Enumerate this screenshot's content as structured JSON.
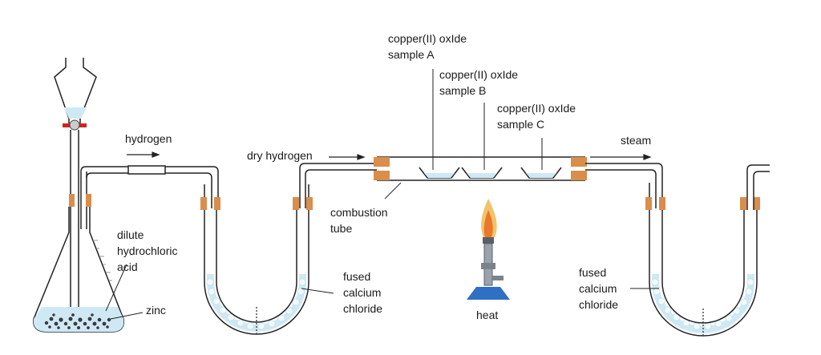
{
  "labels": {
    "hydrogen": "hydrogen",
    "dry_hydrogen": "dry hydrogen",
    "steam": "steam",
    "combustion_tube": [
      "combustion",
      "tube"
    ],
    "sample_a": [
      "copper(II) oxIde",
      "sample A"
    ],
    "sample_b": [
      "copper(II) oxIde",
      "sample B"
    ],
    "sample_c": [
      "copper(II) oxIde",
      "sample C"
    ],
    "acid": [
      "dilute",
      "hydrochloric",
      "acid"
    ],
    "zinc": "zinc",
    "calcium_chloride_1": [
      "fused",
      "calcium",
      "chloride"
    ],
    "calcium_chloride_2": [
      "fused",
      "calcium",
      "chloride"
    ],
    "heat": "heat"
  },
  "colors": {
    "tube": "#222222",
    "liquid": "#cfe9f4",
    "granule": "#e8f5fb",
    "stopper": "#d98e4b",
    "tap": "#d62020",
    "flame_outer": "#f2c36b",
    "flame_inner": "#e9782a",
    "burner_base": "#2f6fc4",
    "burner_body": "#9aa3ab"
  }
}
